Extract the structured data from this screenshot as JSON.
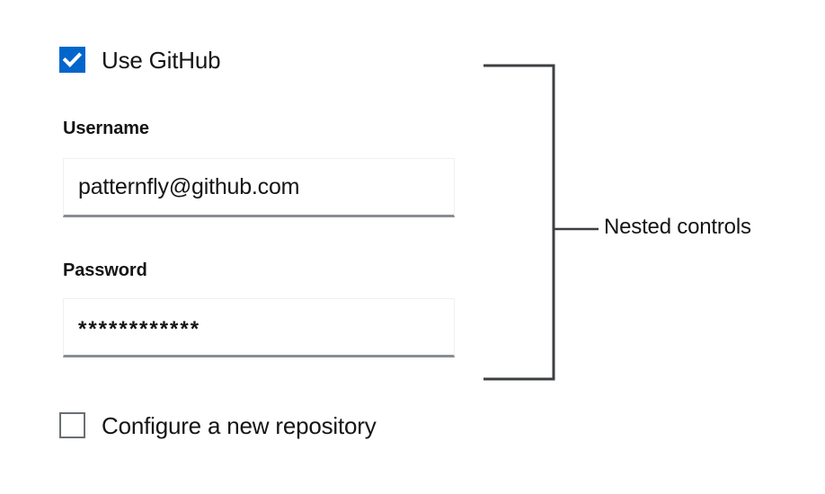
{
  "form": {
    "use_github_checkbox": {
      "label": "Use GitHub",
      "checked": true,
      "accent_color": "#0066cc"
    },
    "fields": [
      {
        "label": "Username",
        "value": "patternfly@github.com",
        "type": "text"
      },
      {
        "label": "Password",
        "value": "************",
        "type": "password"
      }
    ],
    "configure_repo_checkbox": {
      "label": "Configure a new repository",
      "checked": false,
      "border_color": "#6a6e73"
    }
  },
  "annotation": {
    "label": "Nested controls",
    "line_color": "#3c3f42"
  },
  "colors": {
    "background": "#ffffff",
    "text": "#151515",
    "input_border": "#f0f0f0",
    "input_underline": "#8a8d90"
  }
}
